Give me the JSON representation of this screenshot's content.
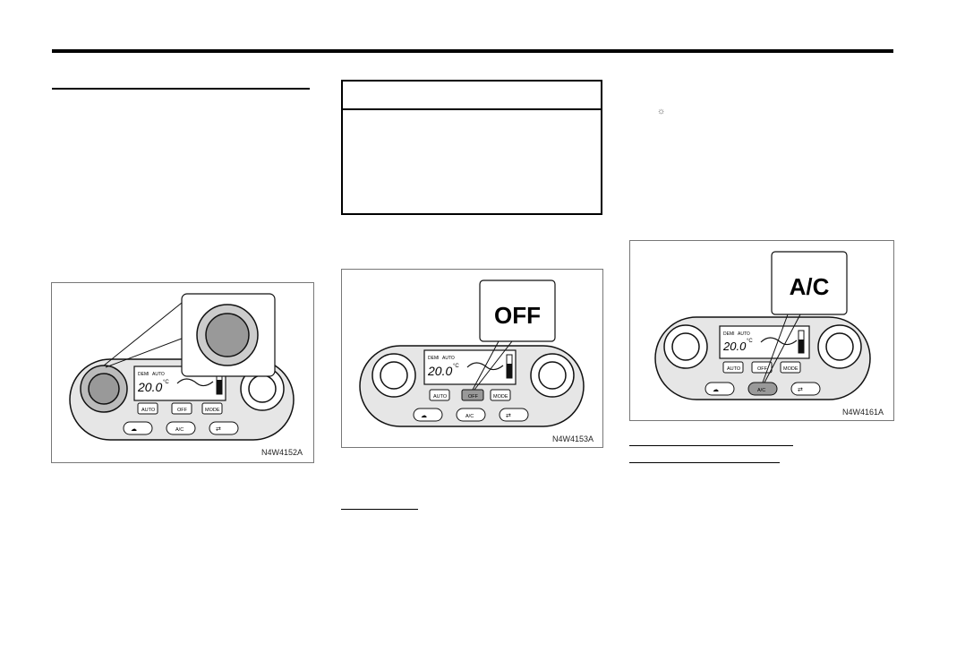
{
  "figures": {
    "fig1": {
      "code": "N4W4152A",
      "panel": {
        "temp": "20.0",
        "unit": "°C",
        "ind1": "DEMI",
        "ind2": "AUTO",
        "btn_auto": "AUTO",
        "btn_off": "OFF",
        "btn_mode": "MODE",
        "btn_ac": "A/C"
      }
    },
    "fig2": {
      "code": "N4W4153A",
      "callout": "OFF",
      "panel": {
        "temp": "20.0",
        "unit": "°C",
        "ind1": "DEMI",
        "ind2": "AUTO",
        "btn_auto": "AUTO",
        "btn_off": "OFF",
        "btn_mode": "MODE",
        "btn_ac": "A/C"
      }
    },
    "fig3": {
      "code": "N4W4161A",
      "callout": "A/C",
      "panel": {
        "temp": "20.0",
        "unit": "°C",
        "ind1": "DEMI",
        "ind2": "AUTO",
        "btn_auto": "AUTO",
        "btn_off": "OFF",
        "btn_mode": "MODE",
        "btn_ac": "A/C"
      }
    }
  },
  "icons": {
    "fan": "fan-icon",
    "sun": "sun-icon",
    "recirc": "recirculation-icon"
  },
  "colors": {
    "highlight": "#999999",
    "panel": "#e6e6e6",
    "line": "#111111"
  }
}
